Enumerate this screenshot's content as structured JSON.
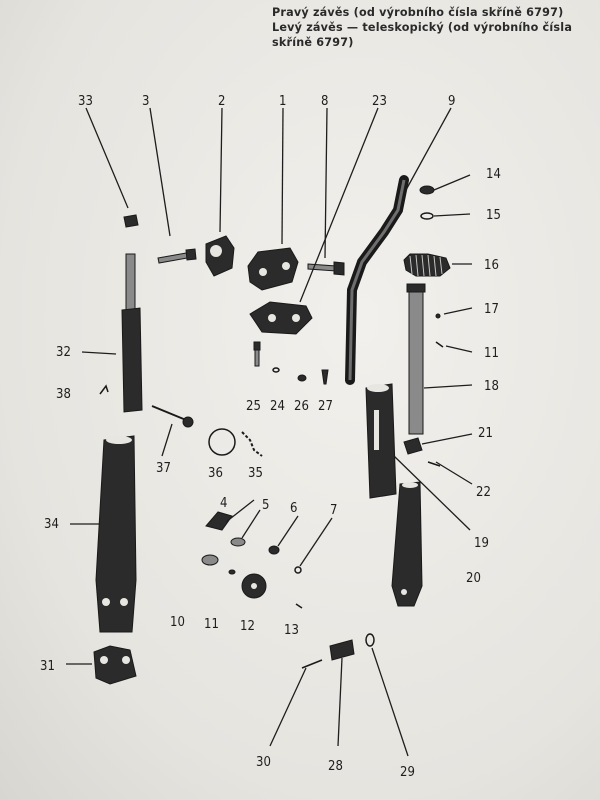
{
  "heading": {
    "line1": "Pravý závěs (od výrobního čísla skříně 6797)",
    "line2": "Levý závěs — teleskopický (od výrobního čísla",
    "line3": "skříně 6797)"
  },
  "labels": [
    "33",
    "3",
    "2",
    "1",
    "8",
    "23",
    "9",
    "14",
    "15",
    "16",
    "17",
    "11",
    "18",
    "21",
    "22",
    "19",
    "20",
    "32",
    "38",
    "25",
    "24",
    "26",
    "27",
    "37",
    "36",
    "35",
    "34",
    "4",
    "5",
    "6",
    "7",
    "10",
    "11",
    "12",
    "13",
    "31",
    "30",
    "28",
    "29"
  ],
  "colors": {
    "ink": "#1e1e1e",
    "paper": "#e9e7e2",
    "part_dark": "#2b2b2b"
  }
}
